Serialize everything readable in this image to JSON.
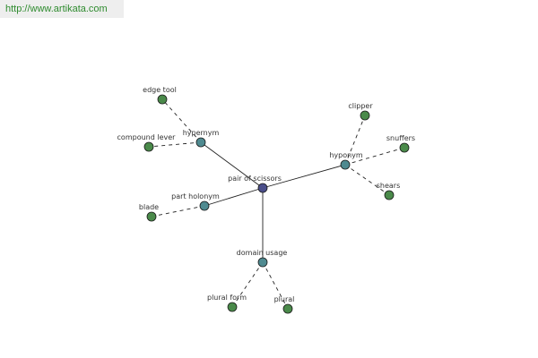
{
  "watermark": {
    "text": "http://www.artikata.com"
  },
  "colors": {
    "root_fill": "#4a4e8a",
    "relation_fill": "#4f8a90",
    "leaf_fill": "#4a8a4a",
    "edge": "#222222"
  },
  "root": {
    "id": "root",
    "label": "pair of scissors"
  },
  "relations": [
    {
      "id": "hypernym",
      "label": "hypernym"
    },
    {
      "id": "hyponym",
      "label": "hyponym"
    },
    {
      "id": "part_holonym",
      "label": "part holonym"
    },
    {
      "id": "domain_usage",
      "label": "domain usage"
    }
  ],
  "leaves": [
    {
      "id": "edge_tool",
      "label": "edge tool",
      "parent": "hypernym"
    },
    {
      "id": "compound_lever",
      "label": "compound lever",
      "parent": "hypernym"
    },
    {
      "id": "clipper",
      "label": "clipper",
      "parent": "hyponym"
    },
    {
      "id": "snuffers",
      "label": "snuffers",
      "parent": "hyponym"
    },
    {
      "id": "shears",
      "label": "shears",
      "parent": "hyponym"
    },
    {
      "id": "blade",
      "label": "blade",
      "parent": "part_holonym"
    },
    {
      "id": "plural_form",
      "label": "plural form",
      "parent": "domain_usage"
    },
    {
      "id": "plural",
      "label": "plural",
      "parent": "domain_usage"
    }
  ]
}
